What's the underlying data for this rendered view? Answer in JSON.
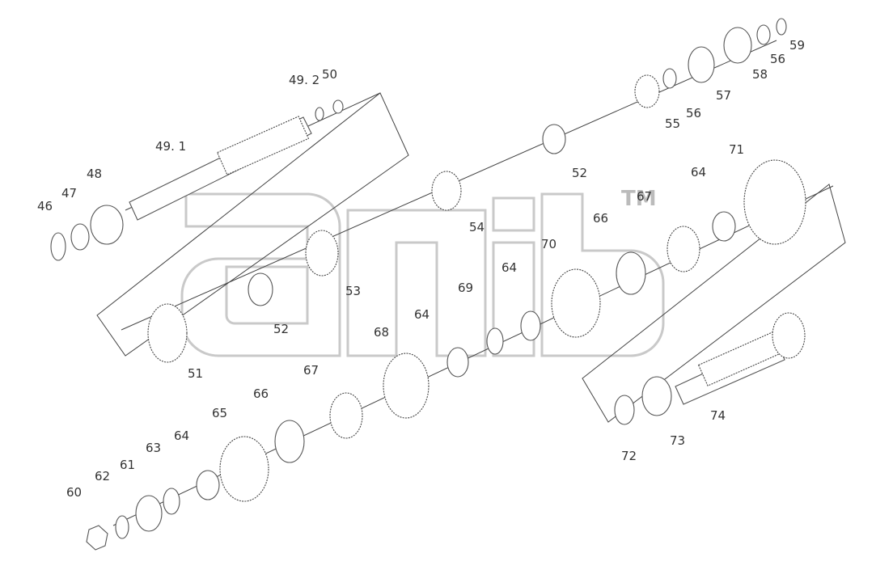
{
  "watermark": {
    "text": "TM"
  },
  "labels": {
    "l46": "46",
    "l47": "47",
    "l48": "48",
    "l49_1": "49. 1",
    "l49_2": "49. 2",
    "l50": "50",
    "l51": "51",
    "l52a": "52",
    "l52b": "52",
    "l53": "53",
    "l54": "54",
    "l55": "55",
    "l56a": "56",
    "l56b": "56",
    "l57": "57",
    "l58": "58",
    "l59": "59",
    "l60": "60",
    "l61": "61",
    "l62": "62",
    "l63": "63",
    "l64a": "64",
    "l64b": "64",
    "l64c": "64",
    "l64d": "64",
    "l65": "65",
    "l66a": "66",
    "l66b": "66",
    "l67a": "67",
    "l67b": "67",
    "l68": "68",
    "l69": "69",
    "l70": "70",
    "l71": "71",
    "l72": "72",
    "l73": "73",
    "l74": "74"
  }
}
